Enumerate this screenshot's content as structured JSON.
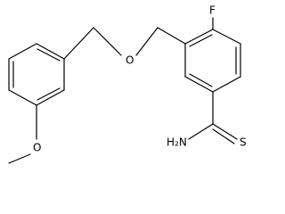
{
  "molecule": {
    "labels": {
      "fluorine": "F",
      "ether_oxygen": "O",
      "methoxy_oxygen": "O",
      "amine": "H₂N",
      "sulfur": "S"
    },
    "colors": {
      "bond": "#000000",
      "text": "#000000",
      "background": "#ffffff"
    }
  }
}
